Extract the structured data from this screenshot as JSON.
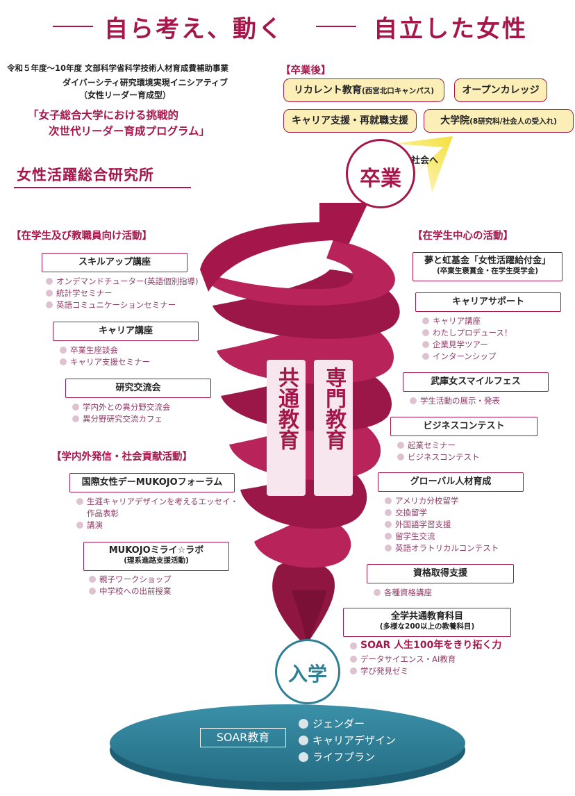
{
  "header": {
    "title_left": "自ら考え、動く",
    "title_right": "自立した女性"
  },
  "program": {
    "line1": "令和５年度〜10年度 文部科学省科学技術人材育成費補助事業",
    "line2": "ダイバーシティ研究環境実現イニシアティブ",
    "line3": "（女性リーダー育成型）",
    "name1": "「女子総合大学における挑戦的",
    "name2": "次世代リーダー育成プログラム」"
  },
  "institute": "女性活躍総合研究所",
  "after_grad": {
    "label": "【卒業後】",
    "items": [
      {
        "main": "リカレント教育",
        "sub": "(西宮北口キャンパス)"
      },
      {
        "main": "オープンカレッジ",
        "sub": ""
      },
      {
        "main": "キャリア支援・再就職支援",
        "sub": ""
      },
      {
        "main": "大学院",
        "sub": "(8研究科/社会人の受入れ)"
      }
    ]
  },
  "to_society": "社会へ",
  "graduation": "卒業",
  "admission": "入学",
  "center": {
    "left": "共通教育",
    "right": "専門教育"
  },
  "left_section1": {
    "label": "【在学生及び教職員向け活動】",
    "groups": [
      {
        "title": "スキルアップ講座",
        "items": [
          "オンデマンドチューター(英語個別指導)",
          "統計学セミナー",
          "英語コミュニケーションセミナー"
        ]
      },
      {
        "title": "キャリア講座",
        "items": [
          "卒業生座談会",
          "キャリア支援セミナー"
        ]
      },
      {
        "title": "研究交流会",
        "items": [
          "学内外との異分野交流会",
          "異分野研究交流カフェ"
        ]
      }
    ]
  },
  "left_section2": {
    "label": "【学内外発信・社会貢献活動】",
    "groups": [
      {
        "title": "国際女性デーMUKOJOフォーラム",
        "items": [
          "生涯キャリアデザインを考えるエッセイ・",
          "作品表彰",
          "講演"
        ]
      },
      {
        "title": "MUKOJOミライ☆ラボ",
        "subtitle": "(理系進路支援活動)",
        "items": [
          "親子ワークショップ",
          "中学校への出前授業"
        ]
      }
    ]
  },
  "right_section": {
    "label": "【在学生中心の活動】",
    "groups": [
      {
        "title": "夢と虹基金「女性活躍給付金」",
        "subtitle": "(卒業生褒賞金・在学生奨学金)",
        "items": []
      },
      {
        "title": "キャリアサポート",
        "items": [
          "キャリア講座",
          "わたしプロデュース！",
          "企業見学ツアー",
          "インターンシップ"
        ]
      },
      {
        "title": "武庫女スマイルフェス",
        "items": [
          "学生活動の展示・発表"
        ]
      },
      {
        "title": "ビジネスコンテスト",
        "items": [
          "起業セミナー",
          "ビジネスコンテスト"
        ]
      },
      {
        "title": "グローバル人材育成",
        "items": [
          "アメリカ分校留学",
          "交換留学",
          "外国語学習支援",
          "留学生交流",
          "英語オラトリカルコンテスト"
        ]
      },
      {
        "title": "資格取得支援",
        "items": [
          "各種資格講座"
        ]
      },
      {
        "title": "全学共通教育科目",
        "subtitle": "(多様な200以上の教養科目)",
        "items": [
          "SOAR 人生100年をきり拓く力",
          "データサイエンス・AI教育",
          "学び発見ゼミ"
        ]
      }
    ]
  },
  "base": {
    "label": "SOAR教育",
    "items": [
      "ジェンダー",
      "キャリアデザイン",
      "ライフプラン"
    ]
  },
  "colors": {
    "crimson": "#a5174a",
    "teal": "#2e7f96",
    "gold": "#f7e64a",
    "pill": "#fbeeb6"
  }
}
